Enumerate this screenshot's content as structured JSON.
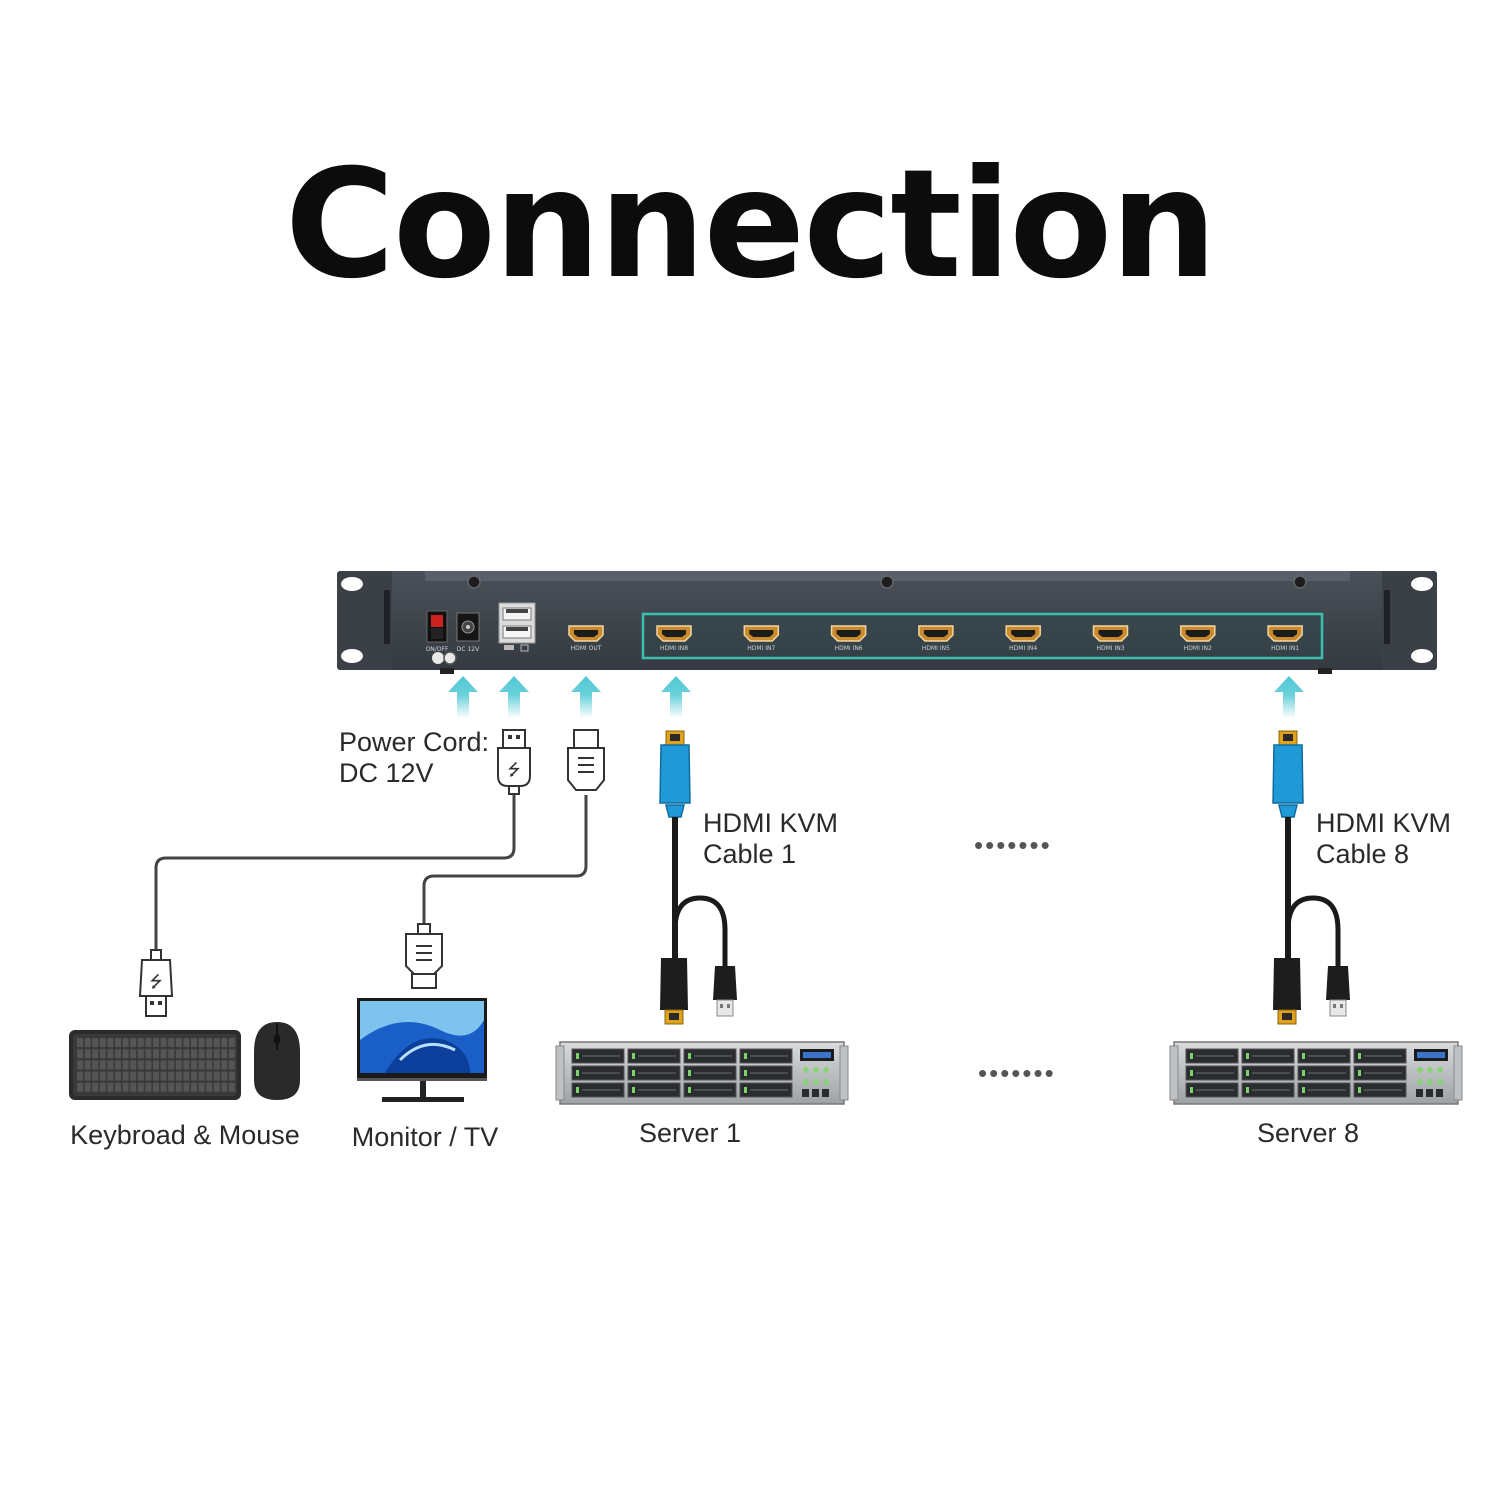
{
  "title": "Connection",
  "labels": {
    "power_cord_1": "Power Cord:",
    "power_cord_2": "DC 12V",
    "cable1_1": "HDMI KVM",
    "cable1_2": "Cable 1",
    "cable8_1": "HDMI KVM",
    "cable8_2": "Cable 8",
    "keyboard_mouse": "Keybroad & Mouse",
    "monitor_tv": "Monitor / TV",
    "server1": "Server 1",
    "server8": "Server 8",
    "ellipsis_top": "•••••••",
    "ellipsis_bottom": "•••••••"
  },
  "ports": {
    "power_switch": "ON/OFF",
    "dc_in": "DC 12V",
    "hdmi_out": "HDMI OUT",
    "hdmi_inputs": [
      "HDMI IN8",
      "HDMI IN7",
      "HDMI IN6",
      "HDMI IN5",
      "HDMI IN4",
      "HDMI IN3",
      "HDMI IN2",
      "HDMI IN1"
    ]
  },
  "colors": {
    "panel": "#3c4148",
    "panel_dark": "#2a2e34",
    "teal_border": "#3bbfae",
    "arrow": "#4fc8d4",
    "cable": "#1a1a1a",
    "connector_blue": "#1f9ad6",
    "connector_gold": "#e0a21a"
  }
}
